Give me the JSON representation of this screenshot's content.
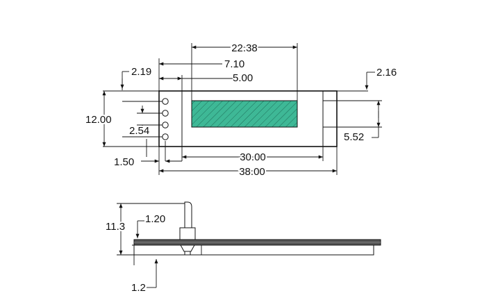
{
  "colors": {
    "display_fill": "#3eb896",
    "line": "#111111",
    "hatch": "#1e6f5a"
  },
  "top_view": {
    "dimensions": {
      "active_width": "22.38",
      "offset_710": "7.10",
      "offset_500": "5.00",
      "left_margin": "2.19",
      "right_margin": "2.16",
      "height": "12.00",
      "pin_pitch": "2.54",
      "active_height": "5.52",
      "pin_margin": "1.50",
      "glass_width": "30.00",
      "overall_width": "38.00"
    }
  },
  "side_view": {
    "dimensions": {
      "pin_height": "11.3",
      "pin_offset": "1.20",
      "board_thickness": "1.2"
    }
  }
}
